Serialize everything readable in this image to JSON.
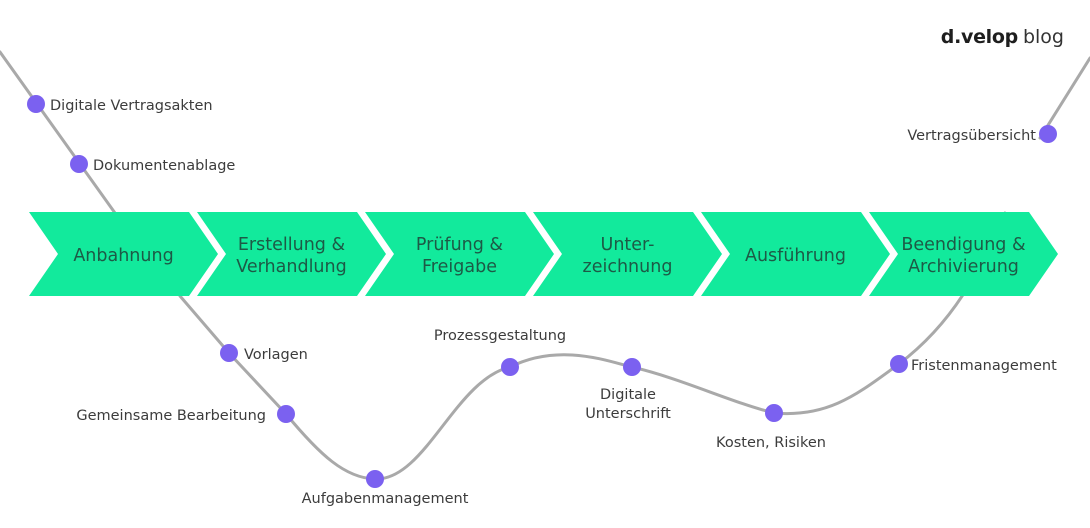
{
  "brand": {
    "name": "d.velop",
    "suffix": "blog"
  },
  "colors": {
    "phase_fill": "#12ea9c",
    "phase_text": "#1d5a46",
    "curve": "#a9a9a9",
    "dot": "#7b61f0",
    "label": "#3c3c3c"
  },
  "phases": [
    {
      "lines": [
        "Anbahnung"
      ]
    },
    {
      "lines": [
        "Erstellung &",
        "Verhandlung"
      ]
    },
    {
      "lines": [
        "Prüfung &",
        "Freigabe"
      ]
    },
    {
      "lines": [
        "Unter-",
        "zeichnung"
      ]
    },
    {
      "lines": [
        "Ausführung"
      ]
    },
    {
      "lines": [
        "Beendigung &",
        "Archivierung"
      ]
    }
  ],
  "milestones": [
    {
      "id": "digitale-vertragsakten",
      "lines": [
        "Digitale Vertragsakten"
      ]
    },
    {
      "id": "dokumentenablage",
      "lines": [
        "Dokumentenablage"
      ]
    },
    {
      "id": "vorlagen",
      "lines": [
        "Vorlagen"
      ]
    },
    {
      "id": "gemeinsame-bearbeitung",
      "lines": [
        "Gemeinsame Bearbeitung"
      ]
    },
    {
      "id": "aufgabenmanagement",
      "lines": [
        "Aufgabenmanagement"
      ]
    },
    {
      "id": "prozessgestaltung",
      "lines": [
        "Prozessgestaltung"
      ]
    },
    {
      "id": "digitale-unterschrift",
      "lines": [
        "Digitale",
        "Unterschrift"
      ]
    },
    {
      "id": "kosten-risiken",
      "lines": [
        "Kosten, Risiken"
      ]
    },
    {
      "id": "fristenmanagement",
      "lines": [
        "Fristenmanagement"
      ]
    },
    {
      "id": "vertragsuebersicht",
      "lines": [
        "Vertragsübersicht"
      ]
    }
  ]
}
